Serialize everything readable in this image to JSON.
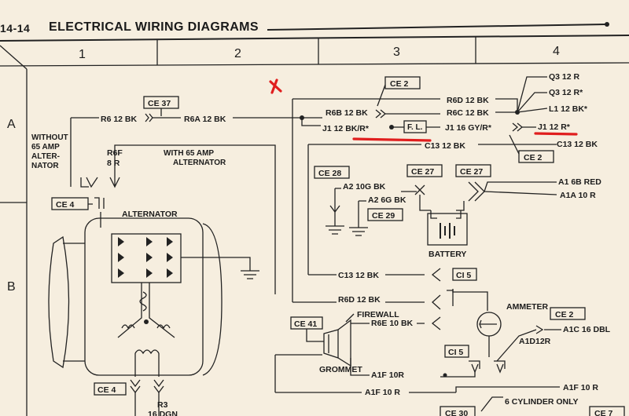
{
  "header": {
    "page_number": "14-14",
    "title": "ELECTRICAL WIRING DIAGRAMS"
  },
  "grid": {
    "columns": [
      "1",
      "2",
      "3",
      "4"
    ],
    "rows": [
      "A",
      "B"
    ]
  },
  "connectors": {
    "ce37": "CE 37",
    "ce2_top": "CE 2",
    "ce2_right": "CE 2",
    "ce2_ammeter": "CE 2",
    "ce4_left": "CE 4",
    "ce4_bottom": "CE 4",
    "ce28": "CE 28",
    "ce29": "CE 29",
    "ce27_left": "CE 27",
    "ce27_right": "CE 27",
    "ce41": "CE 41",
    "ci5_top": "CI 5",
    "ci5_bottom": "CI 5",
    "ce30": "CE 30",
    "ce_bottom_right": "CE 7"
  },
  "wires": {
    "r6": "R6 12 BK",
    "r6a": "R6A 12 BK",
    "r6b": "R6B 12 BK",
    "r6c": "R6C 12 BK",
    "r6d_top": "R6D 12 BK",
    "r6d_mid": "R6D 12 BK",
    "r6e": "R6E 10 BK",
    "r6f_1": "R6F",
    "r6f_2": "8 R",
    "j1_left": "J1 12 BK/R*",
    "j1_mid": "J1 16 GY/R*",
    "j1_right": "J1 12 R*",
    "q3_1": "Q3 12 R",
    "q3_2": "Q3 12 R*",
    "l1": "L1 12 BK*",
    "c13_top": "C13 12 BK",
    "c13_right": "C13 12 BK",
    "c13_mid": "C13 12 BK",
    "a2_1": "A2 10G BK",
    "a2_2": "A2 6G BK",
    "a1": "A1 6B RED",
    "a1a": "A1A 10 R",
    "a1c": "A1C 16 DBL",
    "a1d": "A1D12R",
    "a1f_1": "A1F 10R",
    "a1f_2": "A1F 10 R",
    "a1f_3": "A1F 10 R",
    "r3_1": "R3",
    "r3_2": "16 DGN"
  },
  "components": {
    "fusible_link": "F. L.",
    "alternator": "ALTERNATOR",
    "battery": "BATTERY",
    "ammeter": "AMMETER",
    "firewall": "FIREWALL",
    "grommet": "GROMMET"
  },
  "notes": {
    "without_1": "WITHOUT",
    "without_2": "65 AMP",
    "without_3": "ALTER-",
    "without_4": "NATOR",
    "with_1": "WITH 65 AMP",
    "with_2": "ALTERNATOR",
    "six_cyl": "6 CYLINDER ONLY"
  },
  "colors": {
    "ink": "#1c1c1c",
    "paper": "#f6eedf",
    "highlight": "#e01e1e"
  }
}
